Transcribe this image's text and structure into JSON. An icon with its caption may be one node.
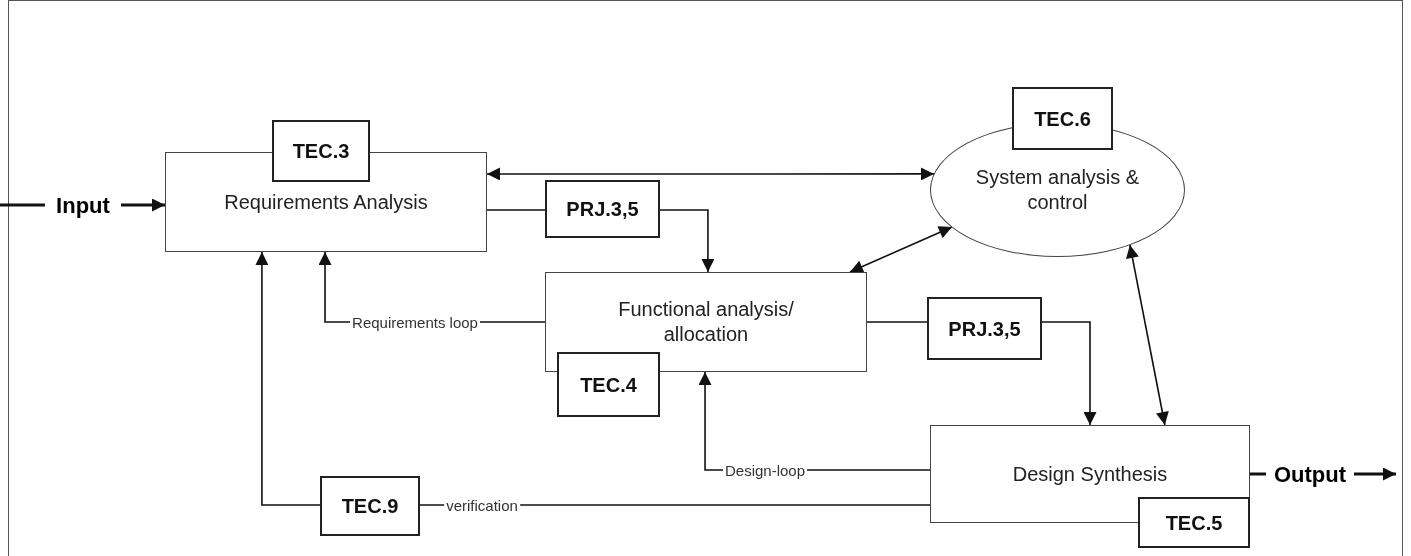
{
  "diagram": {
    "nodes": [
      {
        "text": [
          "Input"
        ]
      },
      {
        "text": [
          "Requirements Analysis"
        ]
      },
      {
        "text": [
          "TEC.3"
        ]
      },
      {
        "text": [
          "PRJ.3,5"
        ]
      },
      {
        "text": [
          "System analysis & control"
        ]
      },
      {
        "text": [
          "TEC.6"
        ]
      },
      {
        "text": [
          "Functional analysis/ allocation"
        ]
      },
      {
        "text": [
          "TEC.4"
        ]
      },
      {
        "text": [
          "PRJ.3,5"
        ]
      },
      {
        "text": [
          "Design Synthesis"
        ]
      },
      {
        "text": [
          "TEC.5"
        ]
      },
      {
        "text": [
          "Output"
        ]
      },
      {
        "text": [
          "TEC.9"
        ]
      }
    ],
    "edges": [
      {
        "from": null,
        "to": 0,
        "arrow": "none"
      },
      {
        "from": 0,
        "to": 1,
        "arrow": "to"
      },
      {
        "from": 1,
        "to": 4,
        "arrow": "both"
      },
      {
        "from": 1,
        "to": 3,
        "arrow": "none"
      },
      {
        "from": 3,
        "to": 6,
        "arrow": "to"
      },
      {
        "from": 6,
        "to": 4,
        "arrow": "both"
      },
      {
        "from": 6,
        "to": 8,
        "arrow": "none"
      },
      {
        "from": 8,
        "to": 9,
        "arrow": "to"
      },
      {
        "from": 4,
        "to": 9,
        "arrow": "both"
      },
      {
        "from": 6,
        "to": 1,
        "arrow": "to",
        "label": "Requirements loop"
      },
      {
        "from": 9,
        "to": 6,
        "arrow": "to",
        "label": "Design-loop"
      },
      {
        "from": 9,
        "to": 12,
        "arrow": "none",
        "label": "verification"
      },
      {
        "from": 12,
        "to": 1,
        "arrow": "to"
      },
      {
        "from": 9,
        "to": 11,
        "arrow": "none"
      },
      {
        "from": 11,
        "to": null,
        "arrow": "to"
      }
    ]
  }
}
